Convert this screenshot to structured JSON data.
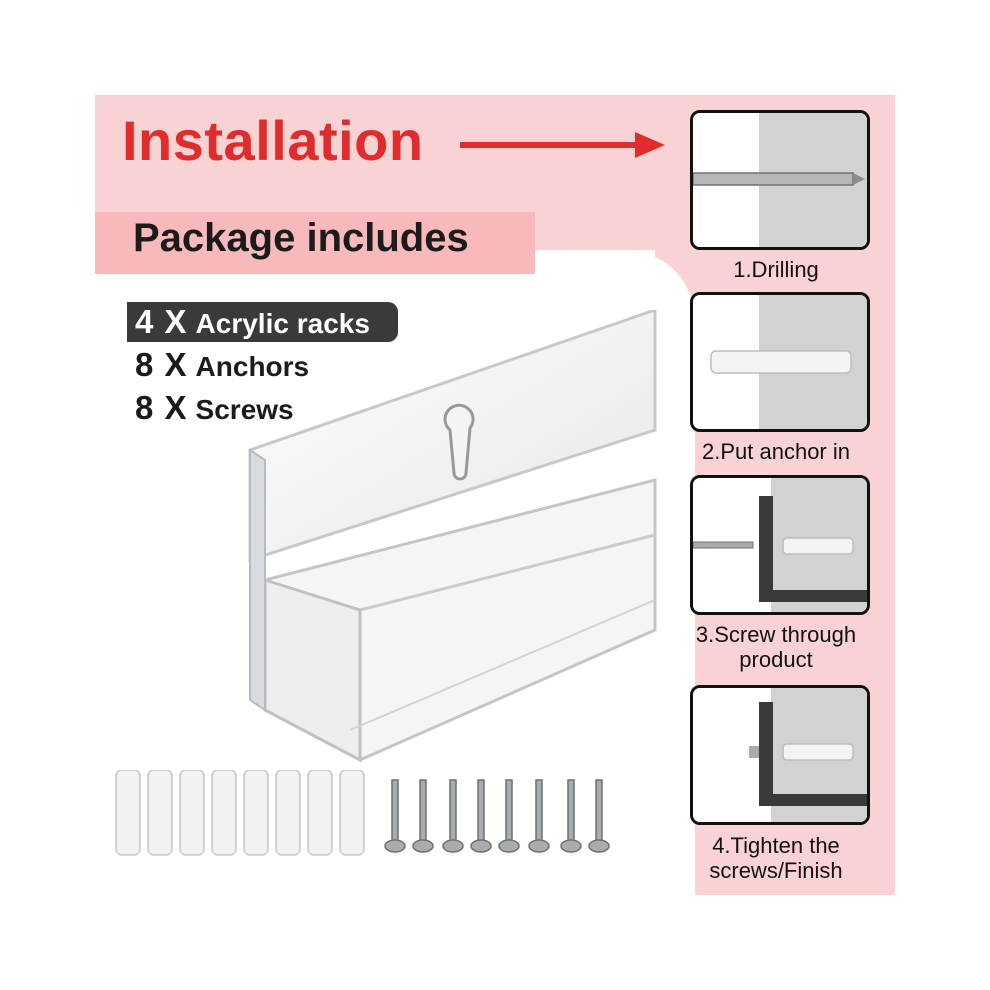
{
  "header": {
    "title": "Installation"
  },
  "package": {
    "title": "Package includes",
    "items": [
      {
        "qty": "4 X",
        "name": "Acrylic racks"
      },
      {
        "qty": "8 X",
        "name": "Anchors"
      },
      {
        "qty": "8 X",
        "name": "Screws"
      }
    ]
  },
  "steps": [
    {
      "label": "1.Drilling"
    },
    {
      "label": "2.Put anchor in"
    },
    {
      "label_line1": "3.Screw through",
      "label_line2": "product"
    },
    {
      "label_line1": "4.Tighten the",
      "label_line2": "screws/Finish"
    }
  ],
  "colors": {
    "accent_red": "#e02c2c",
    "pink_bg": "#f9d3d3",
    "pink_bar": "#f7b9bb",
    "dark_badge": "#3a3a3a"
  },
  "icons": [
    "arrow-right-icon",
    "drill-bit-icon",
    "wall-anchor-icon",
    "screw-icon",
    "acrylic-rack-image"
  ]
}
